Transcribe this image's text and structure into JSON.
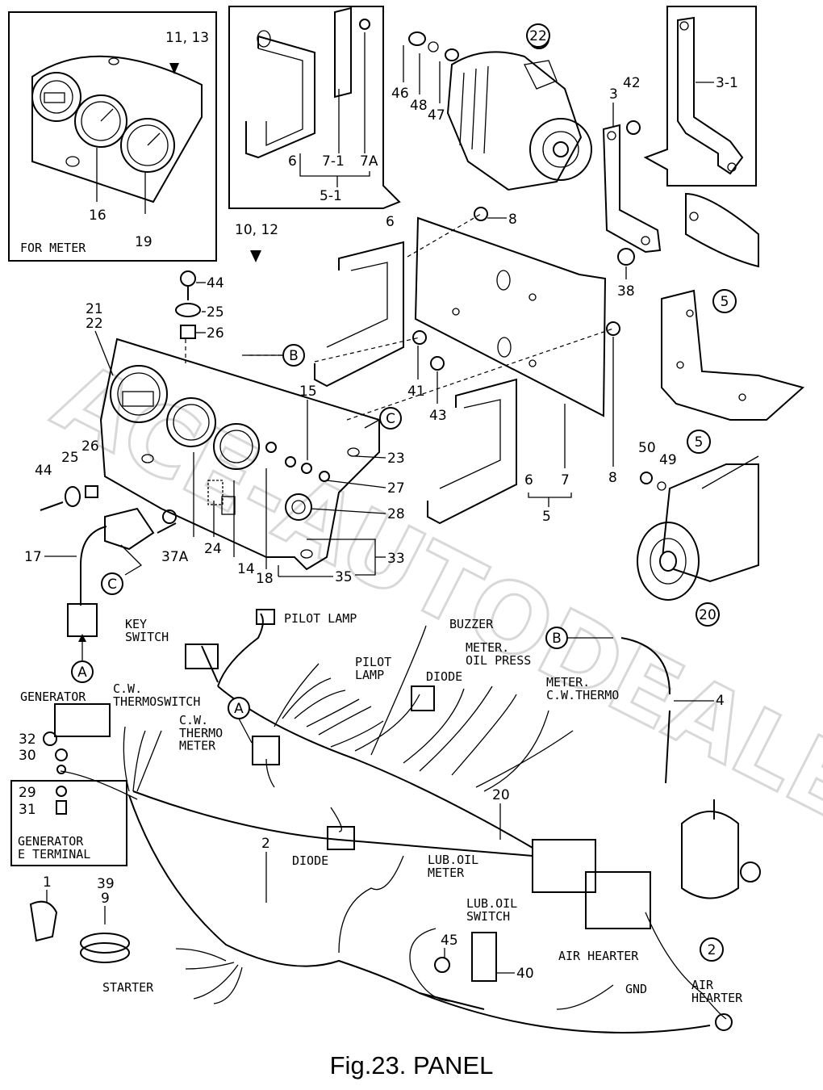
{
  "caption": "Fig.23.  PANEL",
  "watermark": "ACE-AUTODEALER.RU",
  "insets": {
    "meter": {
      "title": "FOR METER",
      "ref": "11, 13",
      "parts": [
        "16",
        "19"
      ]
    },
    "bracket": {
      "parts": [
        "6",
        "7-1",
        "7A"
      ],
      "group": "5-1"
    },
    "stay": {
      "part": "3-1"
    }
  },
  "refs": {
    "panel": "10, 12"
  },
  "callouts": [
    "A",
    "B",
    "C"
  ],
  "circled_parts": [
    "22",
    "5",
    "5",
    "20",
    "2"
  ],
  "part_numbers": [
    "44",
    "25",
    "26",
    "21",
    "22",
    "15",
    "23",
    "27",
    "28",
    "33",
    "35",
    "18",
    "14",
    "24",
    "37A",
    "17",
    "26",
    "25",
    "44",
    "6",
    "8",
    "41",
    "43",
    "6",
    "7",
    "5",
    "8",
    "46",
    "48",
    "47",
    "42",
    "3",
    "38",
    "50",
    "49",
    "4",
    "20",
    "2",
    "1",
    "39",
    "9",
    "45",
    "40",
    "32",
    "30",
    "29",
    "31"
  ],
  "wiring_labels": {
    "key_switch": "KEY\nSWITCH",
    "pilot_lamp": "PILOT LAMP",
    "buzzer": "BUZZER",
    "pilot_lamp_2": "PILOT\nLAMP",
    "meter_oil_press": "METER.\nOIL PRESS",
    "diode": "DIODE",
    "meter_cw_thermo": "METER.\nC.W.THERMO",
    "generator": "GENERATOR",
    "cw_thermoswitch": "C.W.\nTHERMOSWITCH",
    "cw_thermo_meter": "C.W.\nTHERMO\nMETER",
    "diode_2": "DIODE",
    "generator_e_terminal": "GENERATOR\nE TERMINAL",
    "starter": "STARTER",
    "lub_oil_meter": "LUB.OIL\nMETER",
    "lub_oil_switch": "LUB.OIL\nSWITCH",
    "air_hearter": "AIR HEARTER",
    "gnd": "GND",
    "air_hearter_2": "AIR\nHEARTER"
  }
}
